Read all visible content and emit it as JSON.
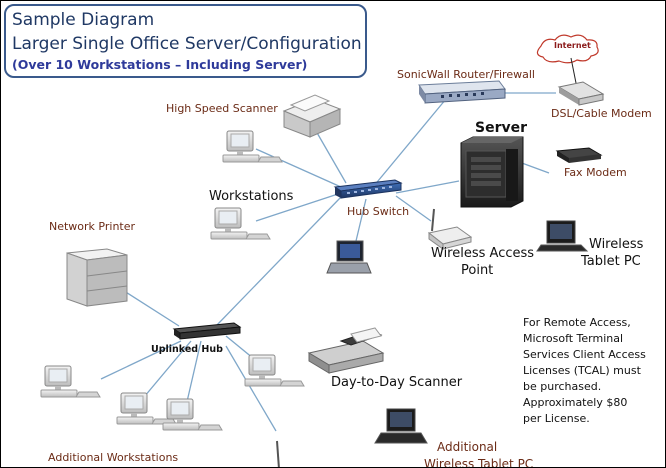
{
  "title": {
    "line1": "Sample Diagram",
    "line2": "Larger Single Office Server/Configuration",
    "line3": "(Over 10 Workstations – Including Server)"
  },
  "labels": {
    "internet": "Internet",
    "router": "SonicWall Router/Firewall",
    "modem": "DSL/Cable Modem",
    "scanner_hs": "High Speed Scanner",
    "server": "Server",
    "fax": "Fax Modem",
    "workstations": "Workstations",
    "hub_switch": "Hub Switch",
    "network_printer": "Network Printer",
    "wap_line1": "Wireless Access",
    "wap_line2": "Point",
    "tablet_line1": "Wireless",
    "tablet_line2": "Tablet PC",
    "uplinked_hub": "Uplinked Hub",
    "day_scanner": "Day-to-Day Scanner",
    "additional_ws": "Additional Workstations",
    "additional_tablet": "Additional",
    "additional_tablet_2": "Wireless Tablet PC"
  },
  "note": {
    "line1": "For Remote Access,",
    "line2": "Microsoft Terminal",
    "line3": "Services Client Access",
    "line4": "Licenses (TCAL) must",
    "line5": "be purchased.",
    "line6": "Approximately $80",
    "line7": "per License."
  },
  "colors": {
    "title_text": "#1f3864",
    "label_brown": "#6b2b16",
    "connector": "#7fa7c9",
    "internet_cloud": "#c0392b"
  }
}
